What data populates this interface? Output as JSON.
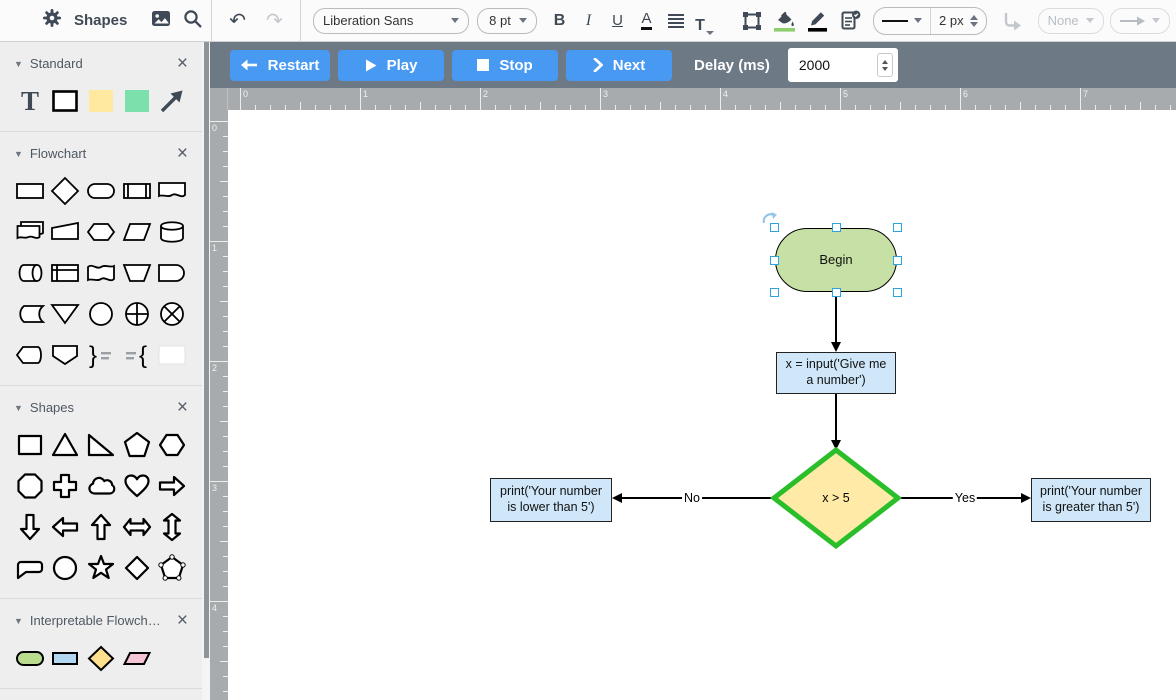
{
  "topbar": {
    "title": "Shapes",
    "font_family_value": "Liberation Sans",
    "font_size_value": "8 pt",
    "bold_label": "B",
    "italic_label": "I",
    "underline_label": "U",
    "font_color_label": "A",
    "text_menu_label": "T",
    "line_width_value": "2 px",
    "connector_style_value": "None"
  },
  "icons": {
    "gear": "gear-wheel",
    "image": "picture",
    "search": "magnifier",
    "undo": "↶",
    "redo": "↷",
    "frame": "crop-square",
    "fill": "paint-bucket-green",
    "line-color": "pencil-black",
    "edit-style": "page-check",
    "waypoint": "corner-arrow",
    "arrow-end": "long-arrow"
  },
  "playbar": {
    "restart_label": "Restart",
    "play_label": "Play",
    "stop_label": "Stop",
    "next_label": "Next",
    "delay_label": "Delay (ms)",
    "delay_value": "2000"
  },
  "sidebar": {
    "sections": [
      {
        "title": "Standard",
        "shapes": [
          "text",
          "rectangle",
          "note",
          "square",
          "arrow"
        ]
      },
      {
        "title": "Flowchart",
        "shapes": [
          "process",
          "decision",
          "terminator",
          "predefined-process",
          "document",
          "multi-document",
          "manual-input",
          "preparation",
          "data",
          "database",
          "direct-access-storage",
          "internal-storage",
          "paper-tape",
          "manual-operation",
          "delay",
          "stored-data",
          "merge",
          "connector",
          "or",
          "summing-junction",
          "display",
          "off-page-connector",
          "brace-right",
          "brace-left",
          "white-box"
        ]
      },
      {
        "title": "Shapes",
        "shapes": [
          "square2",
          "triangle",
          "right-triangle",
          "pentagon",
          "hexagon2",
          "octagon",
          "cross",
          "cloud",
          "heart",
          "arrow-right",
          "arrow-down",
          "arrow-left",
          "arrow-up",
          "arrow-left-right",
          "arrow-up-down",
          "callout",
          "circle",
          "star",
          "diamond2",
          "polygon-dots"
        ]
      },
      {
        "title": "Interpretable Flowch…",
        "shapes": [
          "i-terminator",
          "i-process",
          "i-decision",
          "i-data"
        ]
      }
    ]
  },
  "rulers": {
    "horizontal": [
      "0",
      "1",
      "2",
      "3",
      "4",
      "5",
      "6",
      "7"
    ],
    "vertical": [
      "0",
      "1",
      "2",
      "3",
      "4"
    ]
  },
  "flowchart": {
    "begin": {
      "label": "Begin"
    },
    "input": {
      "lines": [
        "x = input('Give me",
        "a number')"
      ]
    },
    "decision": {
      "label": "x > 5"
    },
    "print_lower": {
      "lines": [
        "print('Your number",
        "is lower than 5')"
      ]
    },
    "print_greater": {
      "lines": [
        "print('Your number",
        "is greater than 5')"
      ]
    },
    "edge_no": "No",
    "edge_yes": "Yes"
  },
  "colors": {
    "accent_blue": "#4799f2",
    "playbar_bg": "#6e7986",
    "highlight_green": "#2abf2a",
    "node_green": "#c6e0a5",
    "node_blue": "#cfe7f8",
    "node_yellow": "#ffeaa7"
  }
}
